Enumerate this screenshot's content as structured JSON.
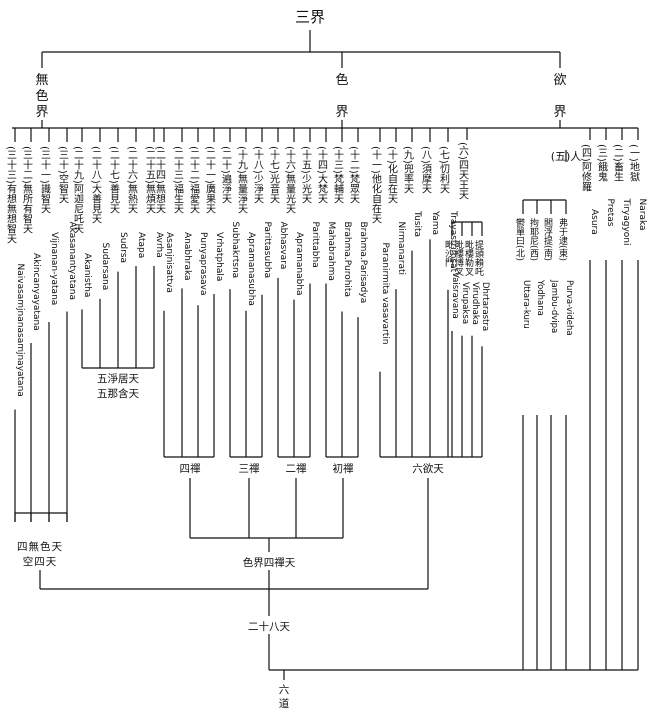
{
  "title": "三界",
  "realms": {
    "formless": {
      "label": [
        "無",
        "色",
        "界"
      ]
    },
    "form": {
      "label": [
        "色",
        "界"
      ]
    },
    "desire": {
      "label": [
        "欲",
        "界"
      ]
    }
  },
  "heavens": [
    {
      "cn": "(三十三)有想無想智天",
      "en": "Naivasamjnanasamjnayatana"
    },
    {
      "cn": "(三十二)無所有智天",
      "en": "Akincanyayatana"
    },
    {
      "cn": "(三十一)識智天",
      "en": "Vijnanan-yatana"
    },
    {
      "cn": "(三十)空智天",
      "en": "Akasanantyatana"
    },
    {
      "cn": "(二十九)阿迦尼吒天",
      "en": "Akanistha"
    },
    {
      "cn": "(二十八)大善見天",
      "en": "Sudarsana"
    },
    {
      "cn": "(二十七)善見天",
      "en": "Sudrsa"
    },
    {
      "cn": "(二十六)無熱天",
      "en": "Atapa"
    },
    {
      "cn": "(二十五)無煩天",
      "en": "Avrha"
    },
    {
      "cn": "(二十四)無想天",
      "en": "Asanjnisattva"
    },
    {
      "cn": "(二十三)福生天",
      "en": "Anabhraka"
    },
    {
      "cn": "(二十二)福愛天",
      "en": "Punyaprasava"
    },
    {
      "cn": "(二十一)廣果天",
      "en": "Vrhatphala"
    },
    {
      "cn": "(二十)遍淨天",
      "en": "Subhakrtsna"
    },
    {
      "cn": "(十九)無量淨天",
      "en": "Apramanasubha"
    },
    {
      "cn": "(十八)少淨天",
      "en": "Parittasubha"
    },
    {
      "cn": "(十七)光音天",
      "en": "Abhasvara"
    },
    {
      "cn": "(十六)無量光天",
      "en": "Apramanabha"
    },
    {
      "cn": "(十五)少光天",
      "en": "Parittabha"
    },
    {
      "cn": "(十四)大梵天",
      "en": "Mahabrahma"
    },
    {
      "cn": "(十三)梵輔天",
      "en": "Brahma.Purohita"
    },
    {
      "cn": "(十二)梵眾天",
      "en": "Brahma.Parisadya"
    },
    {
      "cn": "(十一)他化自在天",
      "en": "Paranirmita vasavartin"
    },
    {
      "cn": "(十)化自在天",
      "en": "Nirmanarati"
    },
    {
      "cn": "(九)兜率天",
      "en": "Tusita"
    },
    {
      "cn": "(八)須摩天",
      "en": "Yama"
    },
    {
      "cn": "(七)忉利天",
      "en": "Trayastrimsat"
    }
  ],
  "four_kings": {
    "title": "(六)四天王天",
    "items": [
      {
        "cn": "毗沙門",
        "en": "Vaisravana"
      },
      {
        "cn": "毗樓博叉",
        "en": "Virupaksa"
      },
      {
        "cn": "毗樓勒叉",
        "en": "Virudhaka"
      },
      {
        "cn": "提頭賴吒",
        "en": "Dhrtarastra"
      }
    ]
  },
  "humans": {
    "title": "(五)人",
    "items": [
      {
        "cn": "鬱單曰(北)",
        "en": "Uttara-kuru"
      },
      {
        "cn": "拘耶尼(西)",
        "en": "Yodhana"
      },
      {
        "cn": "閻浮提(南)",
        "en": "Jambu-dvipa"
      },
      {
        "cn": "弗于逮(東)",
        "en": "Purva-videha"
      }
    ]
  },
  "lower": [
    {
      "cn": "(四)阿修羅",
      "en": "Asura"
    },
    {
      "cn": "(三)餓鬼",
      "en": "Pretas"
    },
    {
      "cn": "(二)畜生",
      "en": "Tiryagyoni"
    },
    {
      "cn": "(一)地獄",
      "en": "Naraka"
    }
  ],
  "groups": {
    "pure_abodes": [
      "五淨居天",
      "五那含天"
    ],
    "four_dhyana": "四禪",
    "three_dhyana": "三禪",
    "two_dhyana": "二禪",
    "first_dhyana": "初禪",
    "six_desire": "六欲天",
    "four_formless": [
      "四無色天",
      "空四天"
    ],
    "form_four_dhyana": "色界四禪天",
    "twenty_eight": "二十八天",
    "six_paths": [
      "六",
      "道"
    ]
  }
}
